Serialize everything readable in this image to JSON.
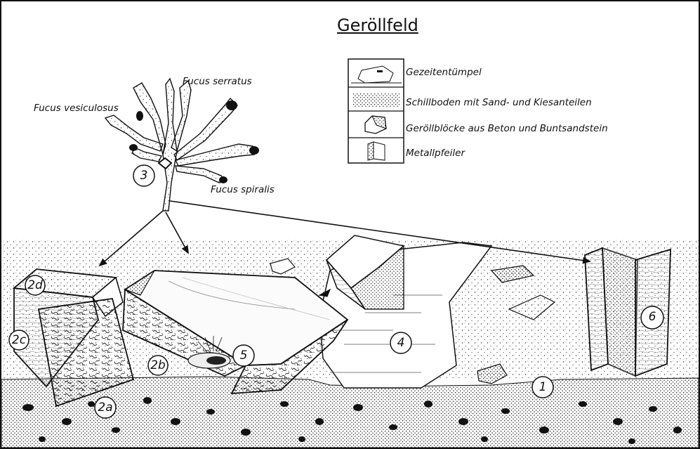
{
  "title": "Geröllfeld",
  "legend": [
    {
      "label": "Gezeitentümpel"
    },
    {
      "label": "Schillboden mit Sand- und Kiesanteilen"
    },
    {
      "label": "Geröllblöcke aus Beton und Buntsandstein"
    },
    {
      "label": "Metallpfeiler"
    }
  ],
  "species": {
    "vesiculosus": "Fucus vesiculosus",
    "serratus": "Fucus serratus",
    "spiralis": "Fucus spiralis"
  },
  "markers": {
    "m1": "1",
    "m2a": "2a",
    "m2b": "2b",
    "m2c": "2c",
    "m2d": "2d",
    "m3": "3",
    "m4": "4",
    "m5": "5",
    "m6": "6"
  }
}
